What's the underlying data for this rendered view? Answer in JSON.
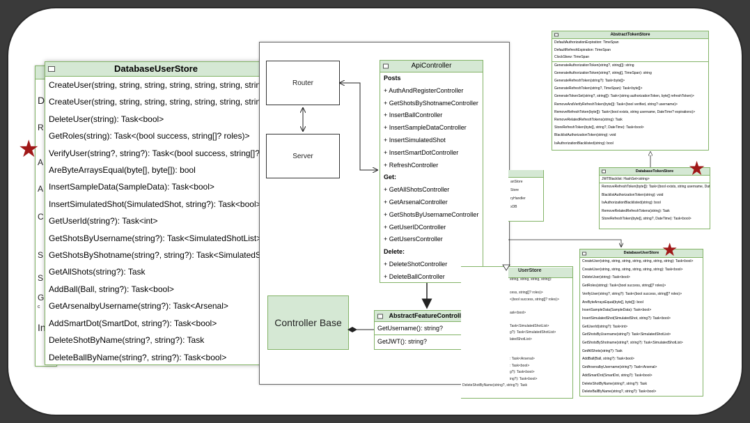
{
  "leftStore": {
    "title": "DatabaseUserStore",
    "methods": [
      "CreateUser(string, string, string, string, string, string, string):",
      "CreateUser(string, string, string, string, string, string, string):",
      "DeleteUser(string): Task<bool>",
      "GetRoles(string): Task<(bool success, string[]? roles)>",
      "VerifyUser(string?, string?): Task<(bool success, string[]? rol",
      "AreByteArraysEqual(byte[], byte[]): bool",
      "InsertSampleData(SampleData): Task<bool>",
      "InsertSimulatedShot(SimulatedShot, string?): Task<bool>",
      "GetUserId(string?): Task<int>",
      "GetShotsByUsername(string?): Task<SimulatedShotList>",
      "GetShotsByShotname(string?, string?): Task<SimulatedShot",
      "GetAllShots(string?): Task",
      "AddBall(Ball, string?): Task<bool>",
      "GetArsenalbyUsername(string?): Task<Arsenal>",
      "AddSmartDot(SmartDot, string?): Task<bool>",
      "DeleteShotByName(string?, string?): Task",
      "DeleteBallByName(string?, string?): Task<bool>"
    ]
  },
  "leftBackFragments": [
    "D",
    "R",
    "A",
    "A",
    "C",
    "S",
    "S",
    "G",
    "c",
    "In"
  ],
  "center": {
    "router": "Router",
    "server": "Server",
    "controllerBase": "Controller Base",
    "api": {
      "title": "ApiController",
      "rows": [
        {
          "text": "Posts",
          "bold": true
        },
        {
          "text": "+ AuthAndRegisterController",
          "bold": false
        },
        {
          "text": "+ GetShotsByShotnameController",
          "bold": false
        },
        {
          "text": "+ InsertBallController",
          "bold": false
        },
        {
          "text": "+ InsertSampleDataController",
          "bold": false
        },
        {
          "text": "+ InsertSimulatedShot",
          "bold": false
        },
        {
          "text": "+ InsertSmartDotController",
          "bold": false
        },
        {
          "text": "+ RefreshController",
          "bold": false
        },
        {
          "text": "Get:",
          "bold": true
        },
        {
          "text": "+ GetAllShotsController",
          "bold": false
        },
        {
          "text": "+ GetArsenalController",
          "bold": false
        },
        {
          "text": "+ GetShotsByUsernameController",
          "bold": false
        },
        {
          "text": "+ GetUserIDController",
          "bold": false
        },
        {
          "text": "+ GetUsersController",
          "bold": false
        },
        {
          "text": "Delete:",
          "bold": true
        },
        {
          "text": "+ DeleteShotController",
          "bold": false
        },
        {
          "text": "+ DeleteBallController",
          "bold": false
        }
      ]
    },
    "abstractFeature": {
      "title": "AbstractFeatureController",
      "methods": [
        "GetUsername(): string?",
        "GetJWT(): string?"
      ]
    }
  },
  "abstractToken": {
    "title": "AbstractTokenStore",
    "props": [
      "DefaultAuthorizationExpiration: TimeSpan",
      "DefaultRefreshExpiration: TimeSpan",
      "ClockSkew: TimeSpan"
    ],
    "methods": [
      "GenerateAuthorizationToken(string?, string[]): string",
      "GenerateAuthorizationToken(string?, string[], TimeSpan): string",
      "GenerateRefreshToken(string?): Task<byte[]>",
      "GenerateRefreshToken(string?, TimeSpan): Task<byte[]>",
      "GenerateTokenSet(string?, string[]): Task<(string authorizationToken, byte[] refreshToken)>",
      "RemoveAndVerifyRefreshToken(byte[]): Task<(bool verified, string? username)>",
      "RemoveRefreshToken(byte[]): Task<(bool exists, string username, DateTime? expirations)>",
      "RemoveRelatedRefreshTokens(string): Task",
      "StoreRefreshToken(byte[], string?, DateTime): Task<bool>",
      "BlacklistAuthorizationToken(string): void",
      "IsAuthorizationBlacklisted(string): bool"
    ]
  },
  "dbToken": {
    "title": "DatabaseTokenStore",
    "props": [
      "JWTBlacklist: HashSet<string>"
    ],
    "methods": [
      "RemoveRefreshToken(byte[]): Task<(bool exists, string username, DateTime? expiration)>",
      "BlacklistAuthorizationToken(string): void",
      "IsAuthorizationBlacklisted(string): bool",
      "RemoveRelatedRefreshTokens(string): Task",
      "StoreRefreshToken(byte[], string?, DateTime): Task<bool>"
    ]
  },
  "rightStore": {
    "title": "DatabaseUserStore",
    "methods": [
      "CreateUser(string, string, string, string, string, string, string): Task<bool>",
      "CreateUser(string, string, string, string, string, string): Task<bool>",
      "DeleteUser(string): Task<bool>",
      "GetRoles(string): Task<(bool success, string[]? roles)>",
      "VerifyUser(string?, string?): Task<(bool success, string[]? roles)>",
      "AreByteArraysEqual(byte[], byte[]): bool",
      "InsertSampleData(SampleData): Task<bool>",
      "InsertSimulatedShot(SimulatedShot, string?): Task<bool>",
      "GetUserId(string?): Task<int>",
      "GetShotsByUsername(string?): Task<SimulatedShotList>",
      "GetShotsByShotname(string?, string?): Task<SimulatedShotList>",
      "GetAllShots(string?): Task",
      "AddBall(Ball, string?): Task<bool>",
      "GetArsenalbyUsername(string?): Task<Arsenal>",
      "AddSmartDot(SmartDot, string?): Task<bool>",
      "DeleteShotByName(string?, string?): Task",
      "DeleteBallByName(string?, string?): Task<bool>"
    ]
  },
  "midBackStore": {
    "titleFragment": "UserStore",
    "rows": [
      "string, string, string, string):",
      "",
      "cess, string[]? roles)>",
      "<(bool success, string[]? roles)>",
      "",
      "ask<bool>",
      "",
      "Task<SimulatedShotList>",
      "g?): Task<SimulatedShotList>",
      "latedShotList>",
      "",
      "",
      ": Task<Arsenal>",
      ": Task<bool>",
      "g?): Task<bool>",
      "ing?): Task<bool>",
      "DeleteShotByName(string?, string?): Task"
    ]
  },
  "midBackSmall": [
    "anStore",
    "Store",
    "ryHandler",
    "xDB"
  ],
  "colors": {
    "border": "#82b366",
    "header": "#d5e8d4",
    "star": "#a01818",
    "background": "#3a3a3a"
  },
  "icons": [
    "star-icon",
    "minimize-icon"
  ]
}
